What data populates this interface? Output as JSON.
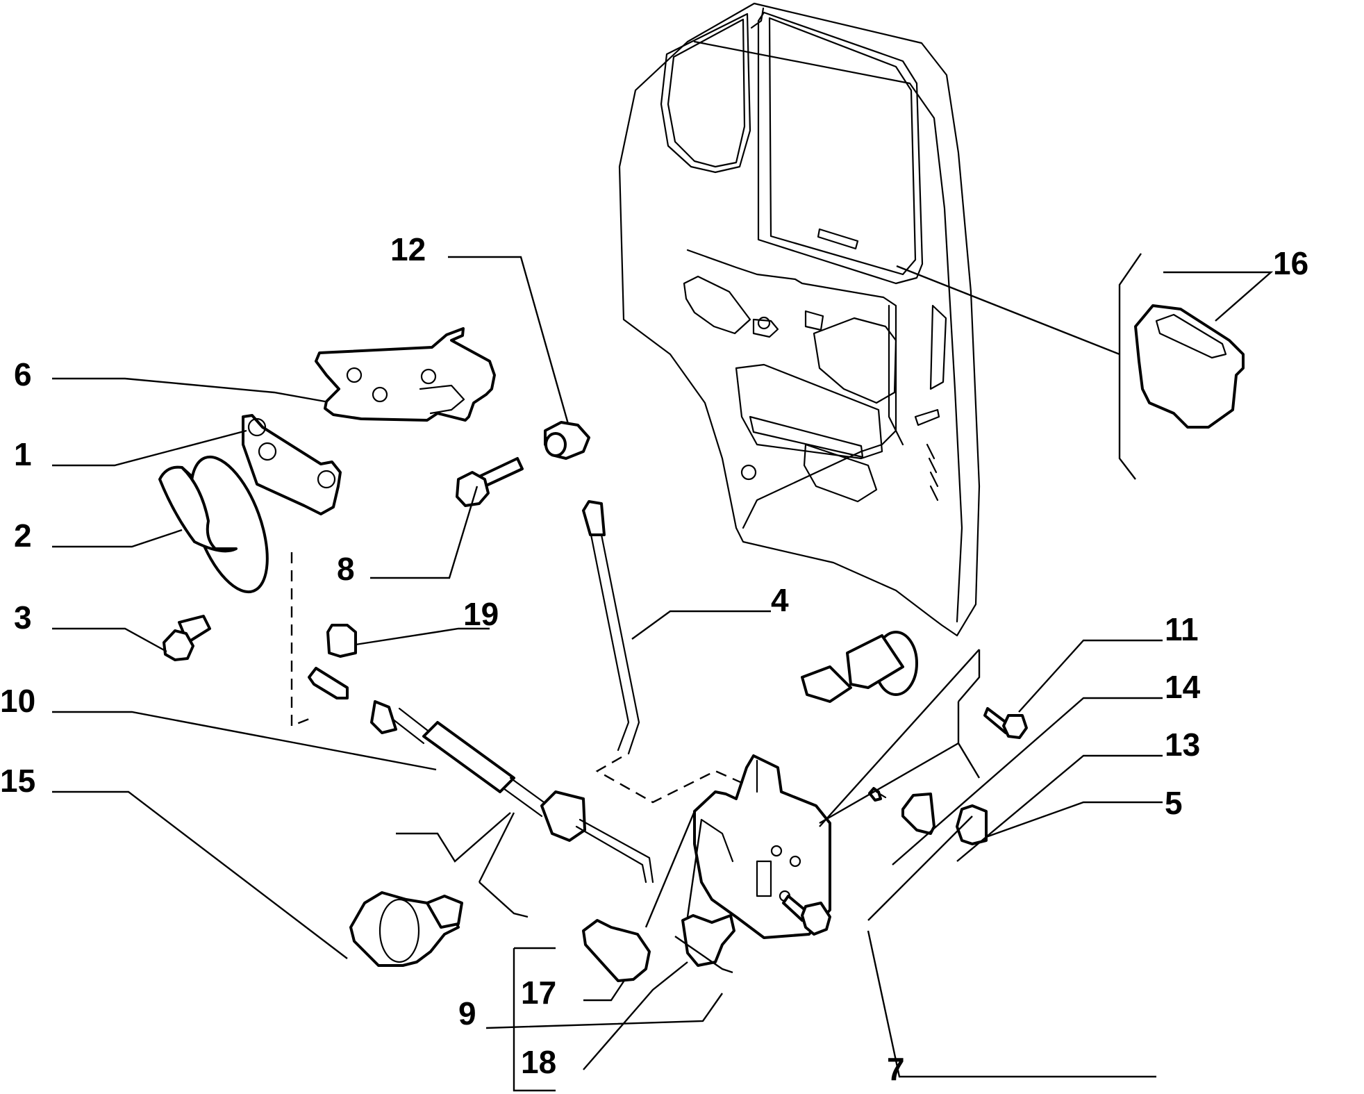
{
  "diagram": {
    "title": "Rear door lock assembly exploded view",
    "callouts": [
      {
        "id": "1",
        "part": "handle-bracket"
      },
      {
        "id": "2",
        "part": "interior-handle"
      },
      {
        "id": "3",
        "part": "bolt"
      },
      {
        "id": "4",
        "part": "rear-door-panel"
      },
      {
        "id": "5",
        "part": "plate"
      },
      {
        "id": "6",
        "part": "mounting-bracket"
      },
      {
        "id": "7",
        "part": "flange-bolt"
      },
      {
        "id": "8",
        "part": "flange-bolt"
      },
      {
        "id": "9",
        "part": "door-lock"
      },
      {
        "id": "10",
        "part": "control-rod-cable"
      },
      {
        "id": "11",
        "part": "flange-bolt"
      },
      {
        "id": "12",
        "part": "plug"
      },
      {
        "id": "13",
        "part": "bracket"
      },
      {
        "id": "14",
        "part": "pin"
      },
      {
        "id": "15",
        "part": "lock-button"
      },
      {
        "id": "16",
        "part": "grommet"
      },
      {
        "id": "17",
        "part": "clip"
      },
      {
        "id": "18",
        "part": "clip"
      },
      {
        "id": "19",
        "part": "clip"
      }
    ]
  }
}
